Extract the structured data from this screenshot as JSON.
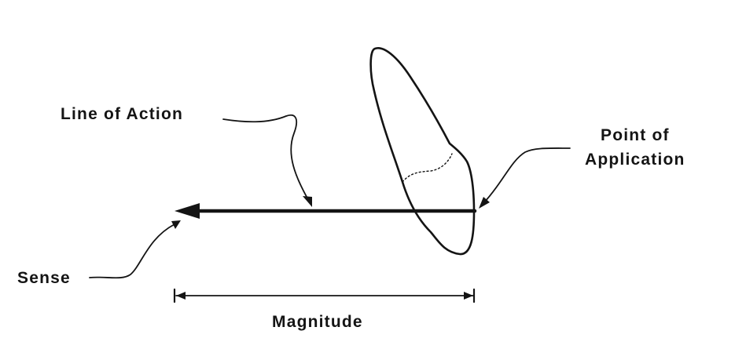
{
  "labels": {
    "line_of_action": "Line of Action",
    "point_of_application_line1": "Point of",
    "point_of_application_line2": "Application",
    "sense": "Sense",
    "magnitude": "Magnitude"
  },
  "colors": {
    "ink": "#141414",
    "background": "#ffffff"
  }
}
